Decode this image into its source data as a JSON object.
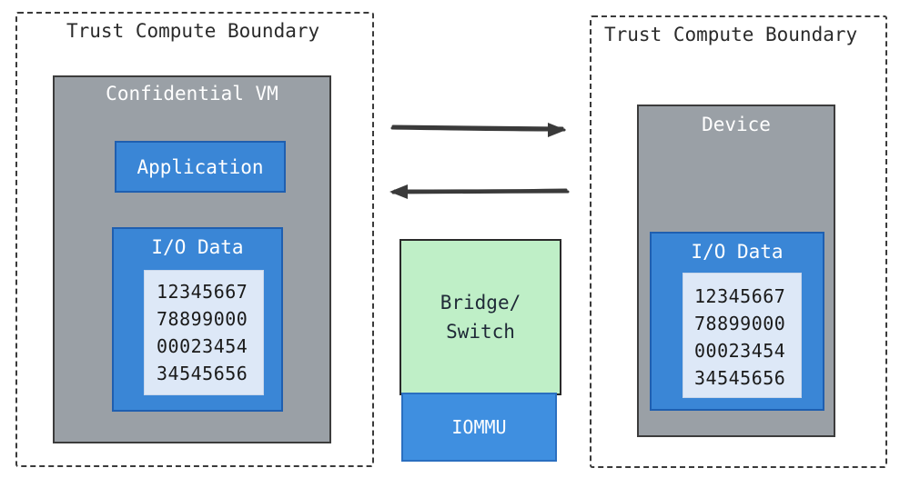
{
  "left": {
    "boundary_label": "Trust Compute Boundary",
    "vm_label": "Confidential VM",
    "application_label": "Application",
    "io_label": "I/O Data",
    "io_lines": [
      "12345667",
      "78899000",
      "00023454",
      "34545656"
    ]
  },
  "right": {
    "boundary_label": "Trust Compute Boundary",
    "device_label": "Device",
    "io_label": "I/O Data",
    "io_lines": [
      "12345667",
      "78899000",
      "00023454",
      "34545656"
    ]
  },
  "middle": {
    "bridge_label_line1": "Bridge/",
    "bridge_label_line2": "Switch",
    "iommu_label": "IOMMU"
  },
  "colors": {
    "vm_gray": "#9aa0a6",
    "blue": "#3a86d6",
    "light_blue": "#dde8f7",
    "green": "#bfefc7",
    "arrow": "#3a3a3a"
  }
}
